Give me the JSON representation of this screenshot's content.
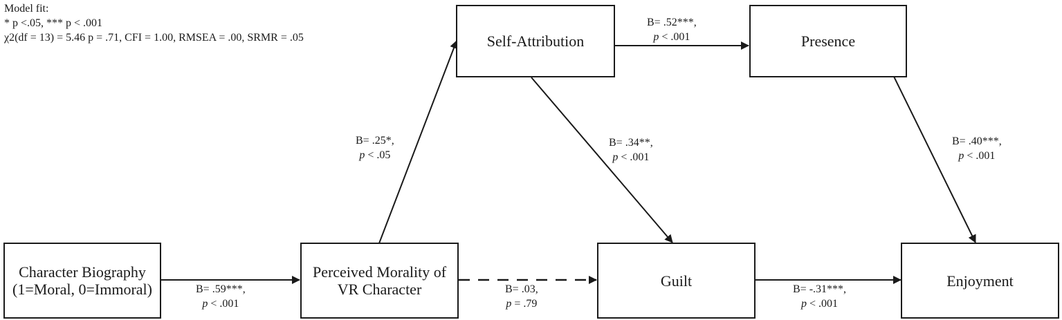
{
  "model_fit": {
    "heading": "Model fit:",
    "legend": "* p <.05, *** p < .001",
    "stats": "χ2(df = 13) = 5.46 p = .71, CFI = 1.00, RMSEA = .00, SRMR = .05"
  },
  "nodes": {
    "character_biography": {
      "line1": "Character Biography",
      "line2": "(1=Moral, 0=Immoral)"
    },
    "perceived_morality": {
      "line1": "Perceived Morality of",
      "line2": "VR Character"
    },
    "self_attribution": {
      "line1": "Self-Attribution"
    },
    "presence": {
      "line1": "Presence"
    },
    "guilt": {
      "line1": "Guilt"
    },
    "enjoyment": {
      "line1": "Enjoyment"
    }
  },
  "paths": {
    "bio_to_morality": {
      "b": "B= .59***,",
      "p_sym": "p",
      "p_rest": " < .001"
    },
    "morality_to_self": {
      "b": "B= .25*,",
      "p_sym": "p",
      "p_rest": " < .05"
    },
    "morality_to_guilt": {
      "b": "B= .03,",
      "p_sym": "p",
      "p_rest": " = .79"
    },
    "self_to_presence": {
      "b": "B= .52***,",
      "p_sym": "p",
      "p_rest": " < .001"
    },
    "self_to_guilt": {
      "b": "B= .34**,",
      "p_sym": "p",
      "p_rest": " < .001"
    },
    "presence_to_enjoyment": {
      "b": "B= .40***,",
      "p_sym": "p",
      "p_rest": " < .001"
    },
    "guilt_to_enjoyment": {
      "b": "B= -.31***,",
      "p_sym": "p",
      "p_rest": " < .001"
    }
  },
  "edge_style": {
    "stroke_color": "#1a1a1a",
    "dashed_paths": [
      "morality_to_guilt"
    ]
  }
}
